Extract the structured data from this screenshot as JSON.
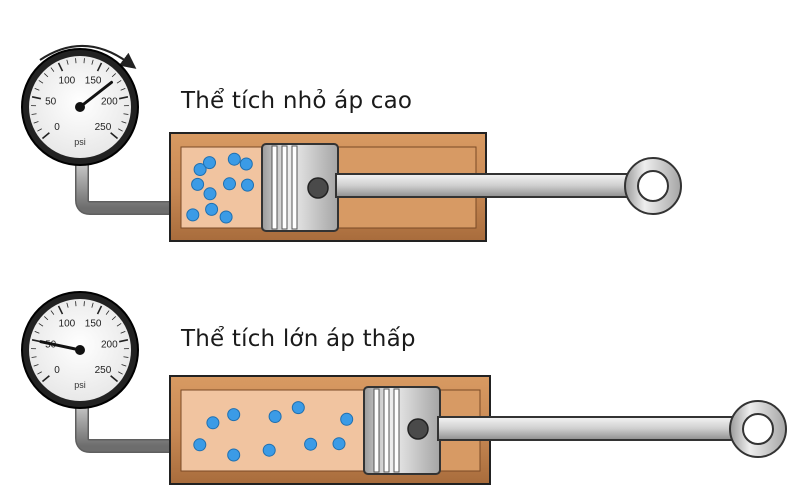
{
  "panels": [
    {
      "caption": "Thể tích nhỏ áp cao",
      "gauge": {
        "tick_labels": [
          "0",
          "50",
          "100",
          "150",
          "200",
          "250"
        ],
        "unit": "psi",
        "reading_psi": 175
      },
      "molecule_count": 11
    },
    {
      "caption": "Thể tích lớn áp thấp",
      "gauge": {
        "tick_labels": [
          "0",
          "50",
          "100",
          "150",
          "200",
          "250"
        ],
        "unit": "psi",
        "reading_psi": 50
      },
      "molecule_count": 10
    }
  ],
  "colors": {
    "cylinder_shell": "#c98a55",
    "chamber": "#f1c4a0",
    "molecule": "#3b9be6",
    "piston": "#c8c8c8",
    "rod": "#d9d9d9",
    "gauge_needle": "#111111"
  }
}
